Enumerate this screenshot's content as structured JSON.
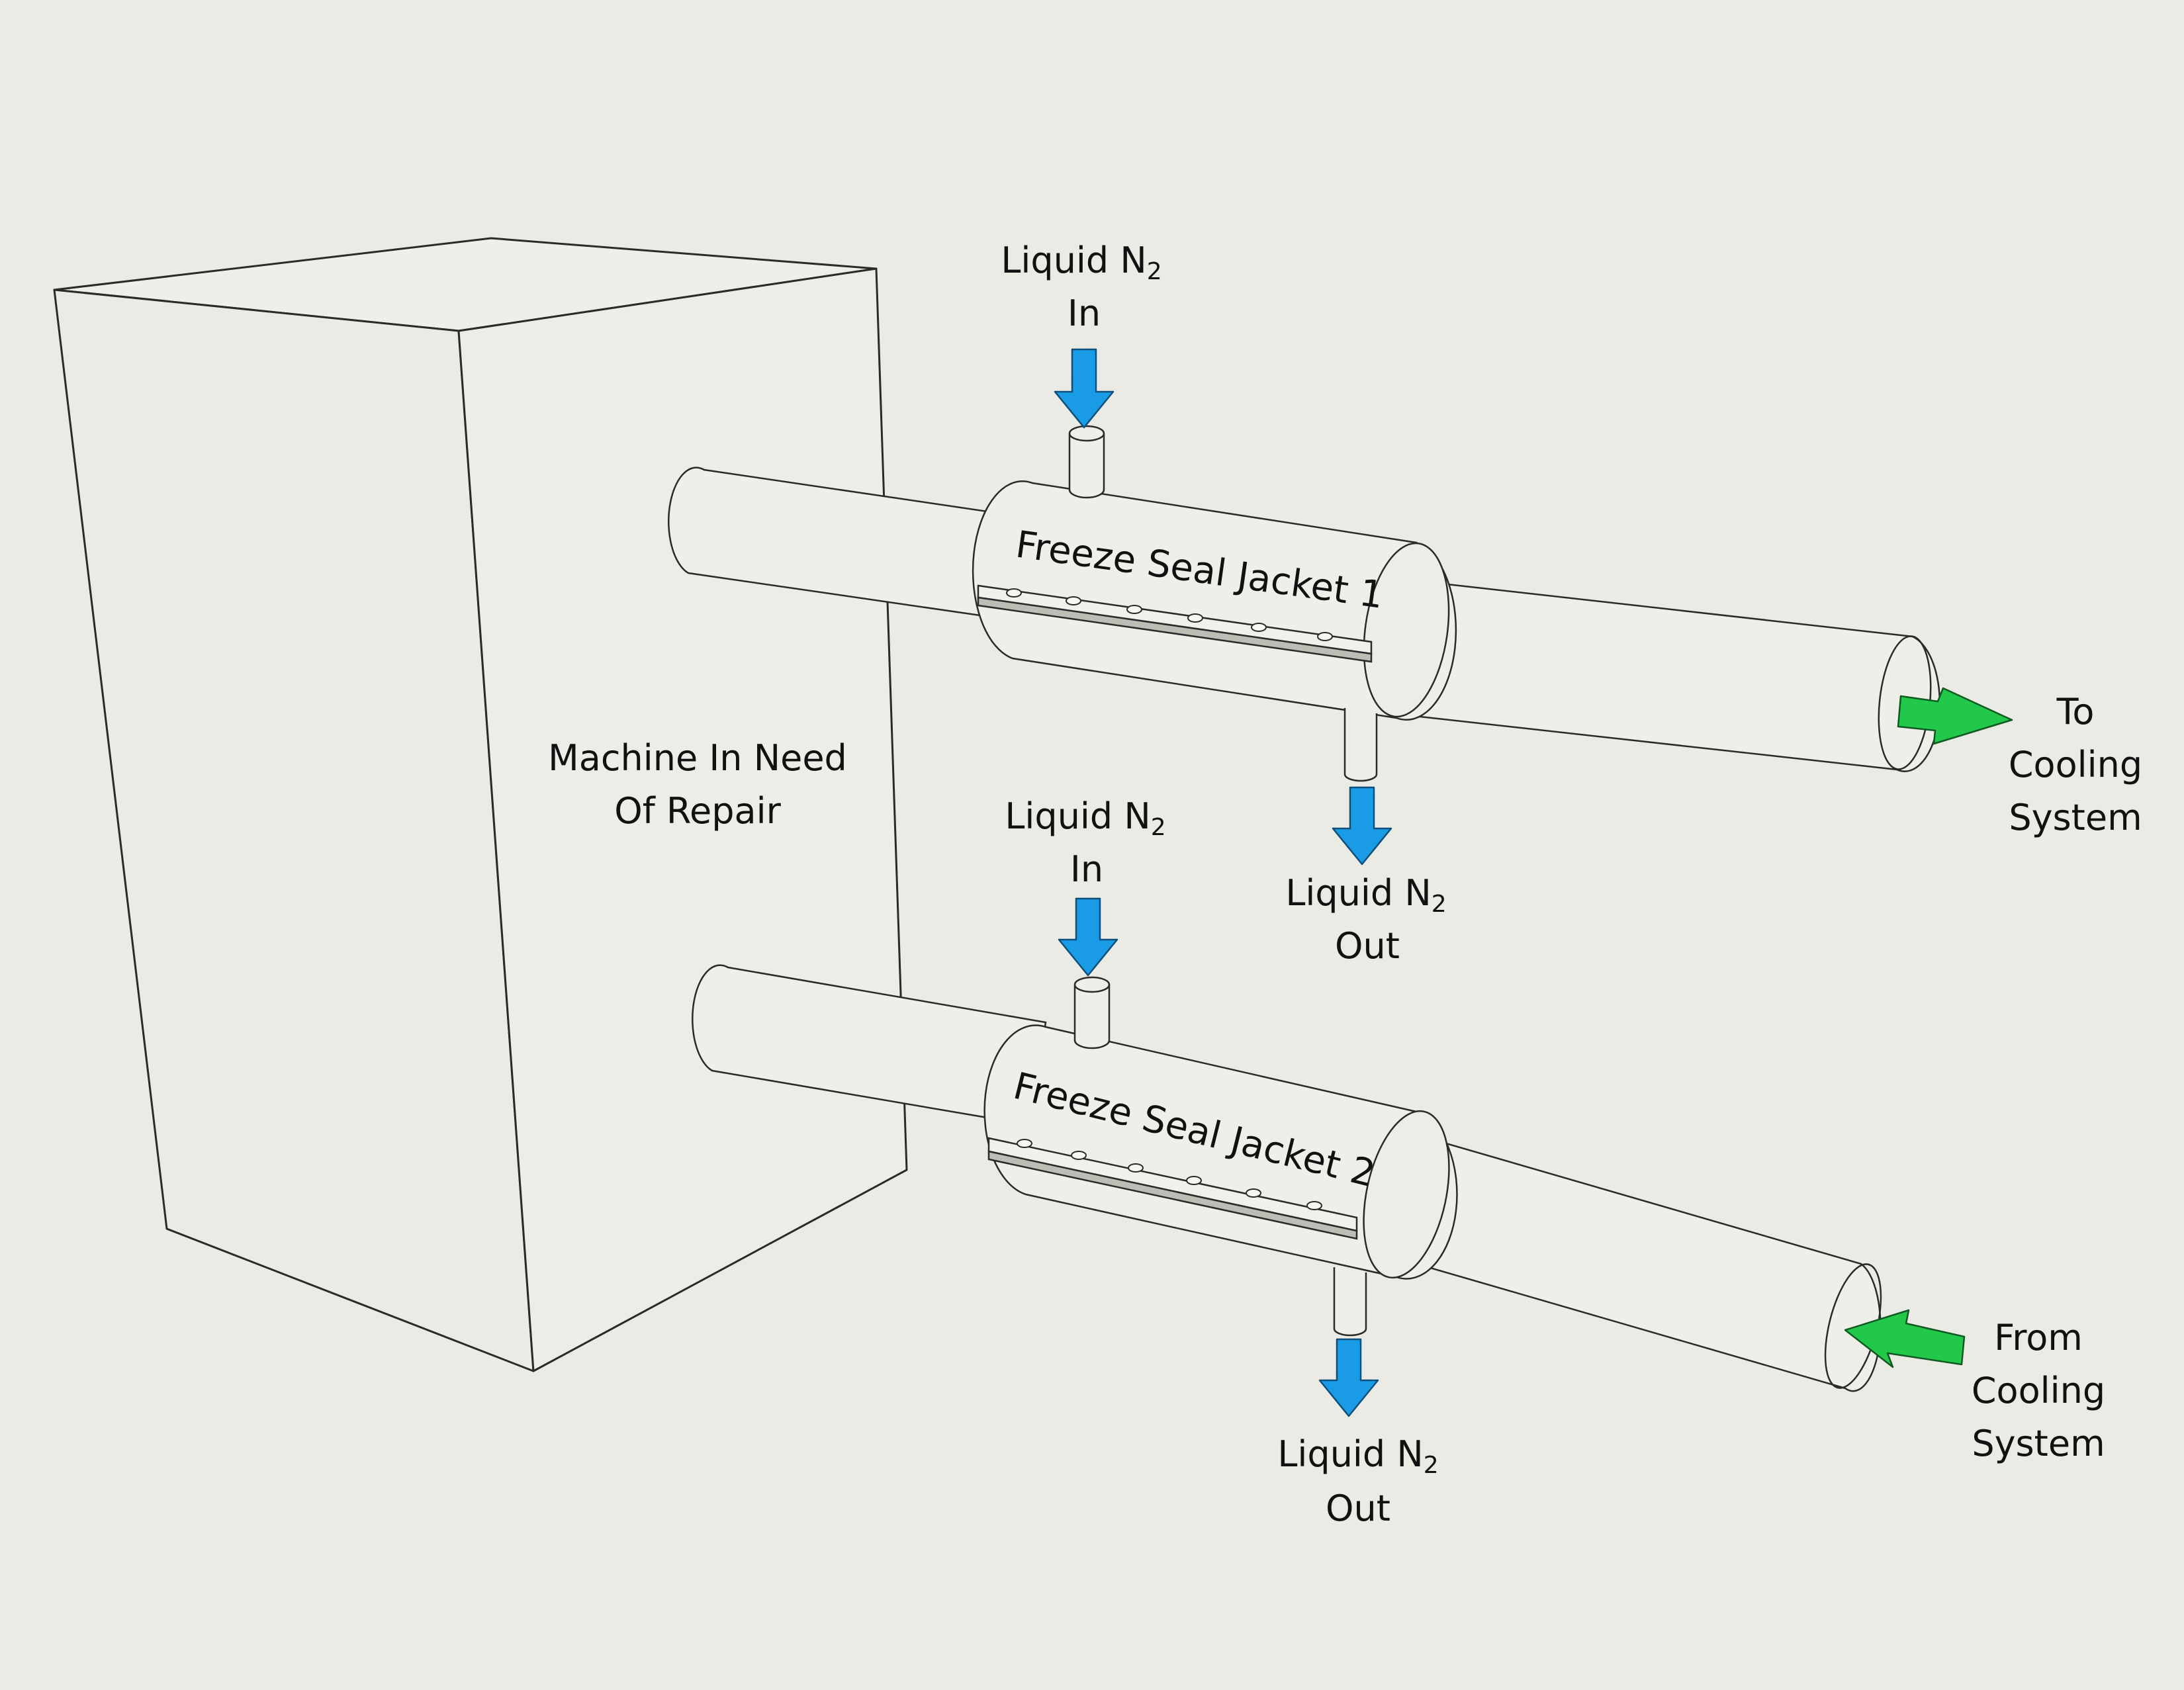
{
  "labels": {
    "machine_line1": "Machine In Need",
    "machine_line2": "Of Repair",
    "jacket1": "Freeze Seal Jacket 1",
    "jacket2": "Freeze Seal Jacket 2",
    "n2_liquid": "Liquid N",
    "n2_sub": "2",
    "n2_in": "In",
    "n2_out": "Out",
    "to_line1": "To",
    "to_line2": "Cooling",
    "to_line3": "System",
    "from_line1": "From",
    "from_line2": "Cooling",
    "from_line3": "System"
  },
  "colors": {
    "background": "#ecece6",
    "line": "#2a2a2a",
    "n2_arrow": "#1a9be6",
    "flow_arrow": "#22c84a"
  }
}
